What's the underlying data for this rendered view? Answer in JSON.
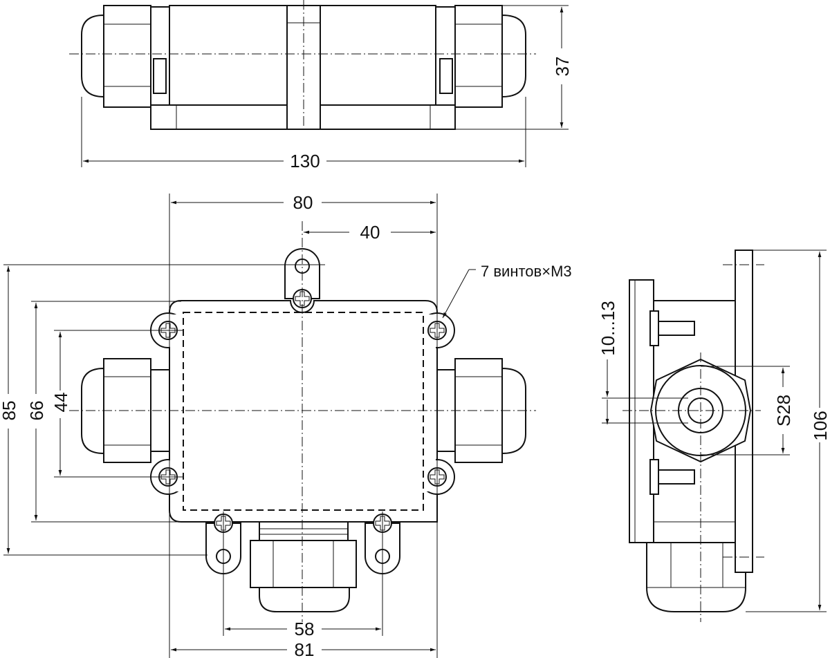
{
  "drawing": {
    "top_view": {
      "width_label": "130",
      "height_label": "37"
    },
    "front_view": {
      "overall_width_label": "80",
      "half_width_label": "40",
      "overall_height_label": "85",
      "body_height_label": "66",
      "screw_spacing_label": "44",
      "bottom_ear_spacing_label": "58",
      "bottom_width_label": "81",
      "screws_note": "7 винтов×M3"
    },
    "side_view": {
      "cable_range_label": "10...13",
      "nut_size_label": "S28",
      "height_label": "106"
    }
  }
}
